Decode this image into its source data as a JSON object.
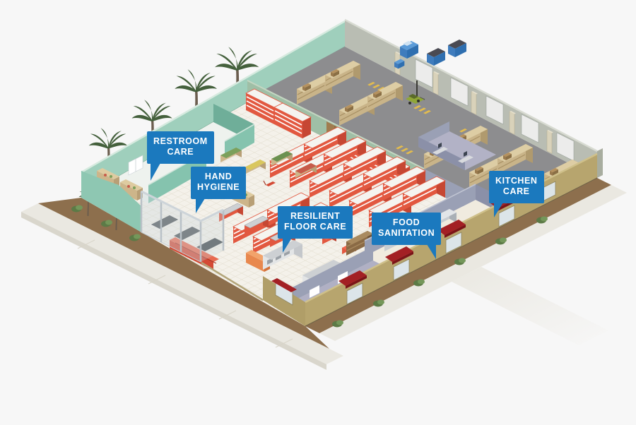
{
  "callouts": {
    "restroom_care": {
      "line1": "RESTROOM",
      "line2": "CARE"
    },
    "hand_hygiene": {
      "line1": "HAND",
      "line2": "HYGIENE"
    },
    "resilient_floor_care": {
      "line1": "RESILIENT",
      "line2": "FLOOR CARE"
    },
    "food_sanitation": {
      "line1": "FOOD",
      "line2": "SANITATION"
    },
    "kitchen_care": {
      "line1": "KITCHEN",
      "line2": "CARE"
    }
  },
  "colors": {
    "callout_background": "#1b79be",
    "callout_text": "#ffffff",
    "page_background": "#f7f7f7",
    "shelf_red": "#e25840",
    "teal_wall": "#8fc7b2",
    "warehouse_floor": "#8d8d8f",
    "exterior_tan_wall": "#b7a56e",
    "awning_red": "#7c1418",
    "sidewalk": "#eae8e1"
  }
}
